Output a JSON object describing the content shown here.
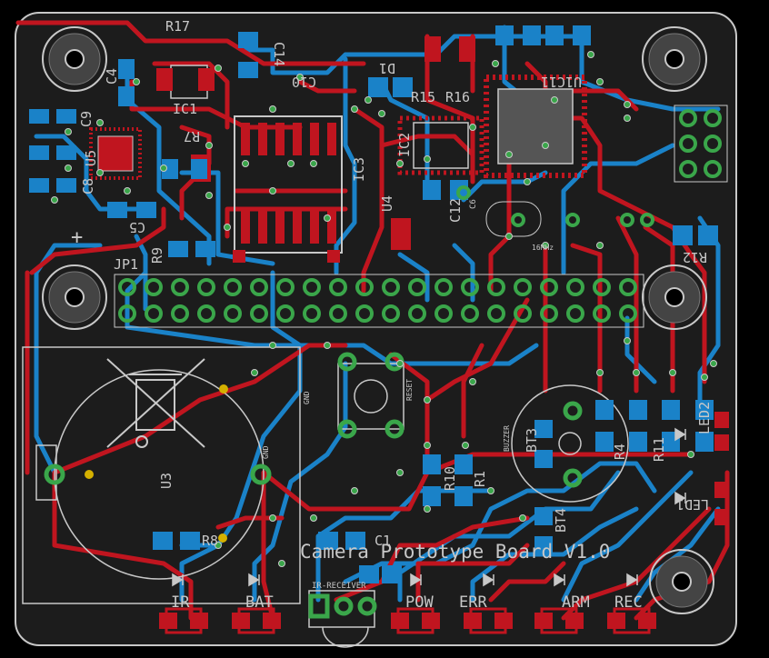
{
  "board": {
    "title": "Camera Prototype Board V1.0",
    "colors": {
      "background": "#000000",
      "substrate": "#1c1c1c",
      "outline": "#c8c8c8",
      "top_copper": "#c0151f",
      "bottom_copper": "#1a82c8",
      "via": "#3aa64a",
      "silk": "#c8c8c8"
    }
  },
  "labels": {
    "r17": "R17",
    "c4": "C4",
    "c10": "C10",
    "c14": "C14",
    "ic1": "IC1",
    "r7": "R7",
    "c9": "C9",
    "u5": "U5",
    "c8": "C8",
    "c5": "C5",
    "r9": "R9",
    "ic3": "IC3",
    "ic2": "IC2",
    "u4": "U4",
    "r15": "R15",
    "r16": "R16",
    "d1": "D1",
    "c11": "C11",
    "u1": "U1",
    "c6": "C6",
    "c12": "C12",
    "freq": "16MHz",
    "r12": "R12",
    "jp1": "JP1",
    "u3": "U3",
    "gnd1": "GND",
    "gnd2": "GND",
    "reset": "RESET",
    "buzzer": "BUZZER",
    "bt3": "BT3",
    "r10": "R10",
    "r1": "R1",
    "r11": "R11",
    "led2": "LED2",
    "led1": "LED1",
    "bt4": "BT4",
    "c1": "C1",
    "r4": "R4",
    "r8": "R8",
    "ir_receiver": "IR-RECEIVER",
    "ir": "IR",
    "bat": "BAT",
    "pow": "POW",
    "err": "ERR",
    "arm": "ARM",
    "rec": "REC",
    "plus": "+"
  },
  "icons": {
    "mount_hole": "mount-hole-icon",
    "diode": "diode-icon",
    "trash": "weee-bin-icon"
  }
}
